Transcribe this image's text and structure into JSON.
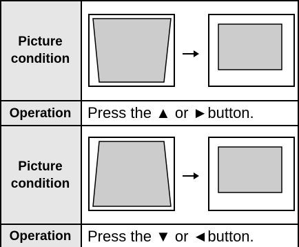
{
  "rows": [
    {
      "label_line1": "Picture",
      "label_line2": "condition",
      "before_icon": "keystone-trapezoid-wide-top",
      "arrow_icon": "right-arrow-icon",
      "after_icon": "corrected-rectangle"
    },
    {
      "label": "Operation",
      "text": "Press the ▲ or ►button."
    },
    {
      "label_line1": "Picture",
      "label_line2": "condition",
      "before_icon": "keystone-trapezoid-wide-bottom",
      "arrow_icon": "right-arrow-icon",
      "after_icon": "corrected-rectangle"
    },
    {
      "label": "Operation",
      "text": "Press the ▼ or ◄button."
    }
  ],
  "colors": {
    "label_bg": "#e6e6e6",
    "picture_fill": "#cccccc",
    "line": "#000000"
  }
}
